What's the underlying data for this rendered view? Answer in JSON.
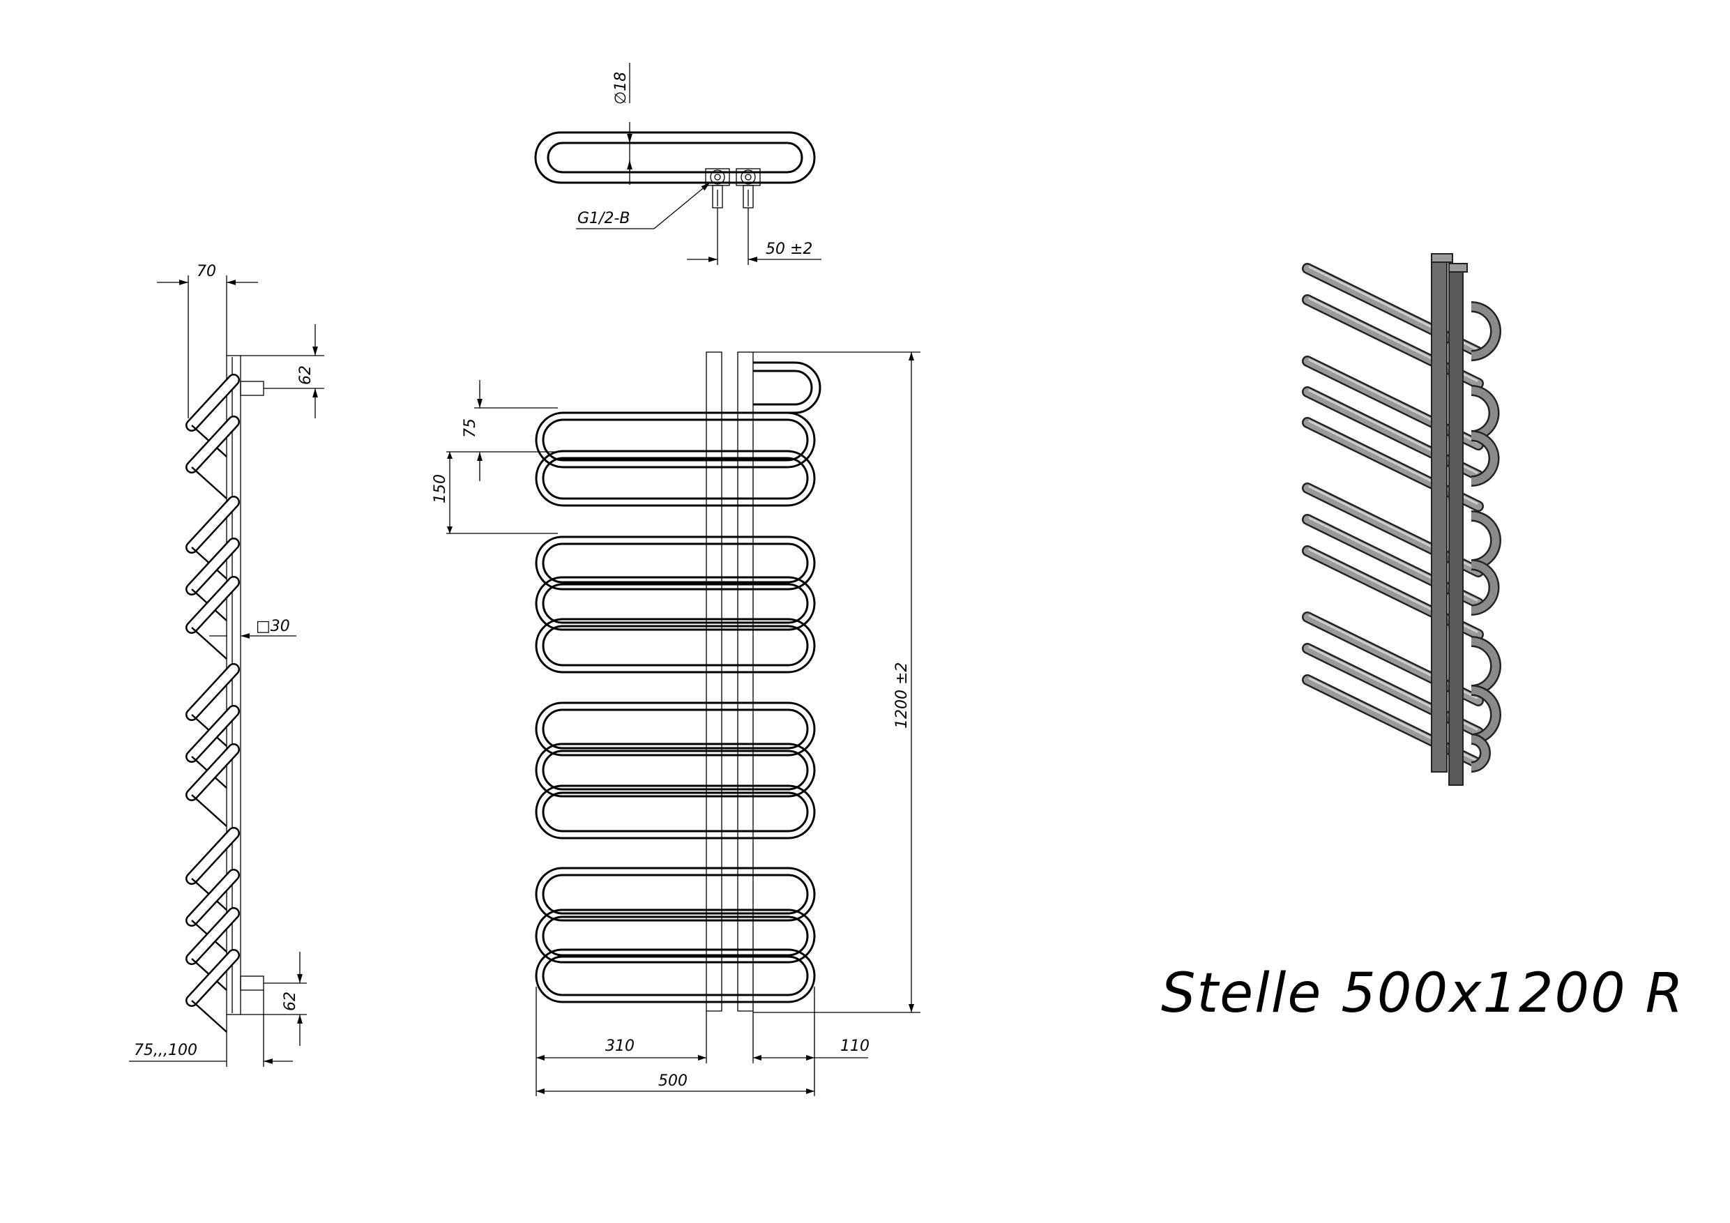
{
  "title": "Stelle 500x1200 R",
  "dimensions": {
    "pipe_diameter": "∅18",
    "connection_thread": "G1/2-B",
    "connection_spacing": "50 ±2",
    "side_depth": "70",
    "top_offset": "62",
    "bottom_offset": "62",
    "profile_size": "□30",
    "wall_distance": "75,,,100",
    "step_75": "75",
    "step_150": "150",
    "total_height": "1200 ±2",
    "left_width": "310",
    "right_width": "110",
    "total_width": "500"
  },
  "colors": {
    "line": "#000000",
    "render_tube": "#8a8a8a",
    "render_dark": "#3a3a3a"
  }
}
